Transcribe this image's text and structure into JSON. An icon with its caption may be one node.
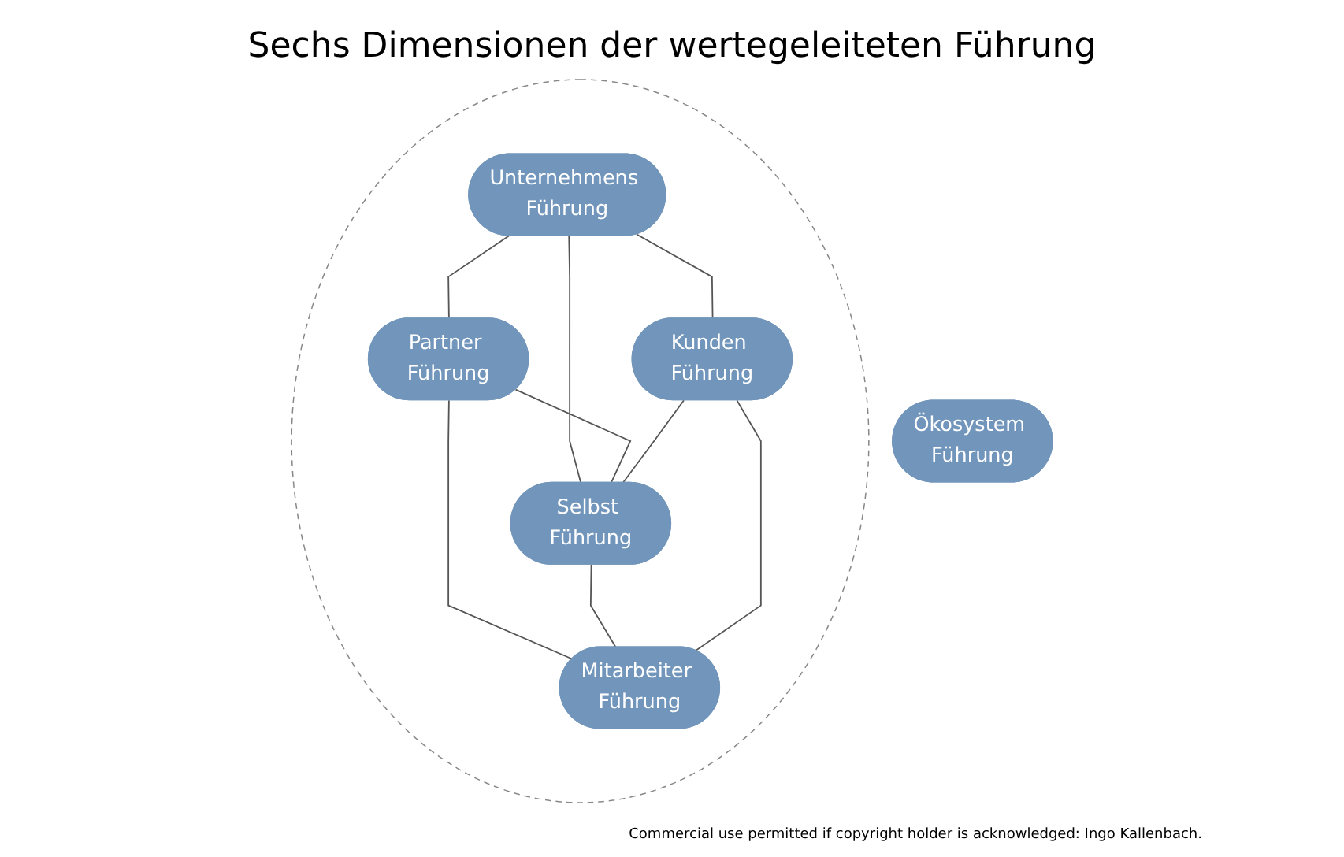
{
  "diagram": {
    "title": "Sechs Dimensionen der wertegeleiteten Führung",
    "nodes": [
      {
        "text": [
          "Ökosystem Führung"
        ]
      },
      {
        "text": [],
        "shape": "ellipse"
      },
      {
        "text": [
          "Unternehmens Führung"
        ],
        "in": 1
      },
      {
        "text": [
          "Partner Führung"
        ],
        "in": 1
      },
      {
        "text": [
          "Selbst Führung"
        ],
        "in": 1
      },
      {
        "text": [
          "Kunden Führung"
        ],
        "in": 1
      },
      {
        "text": [
          "Mitarbeiter Führung"
        ],
        "in": 1
      }
    ],
    "edges": [
      {
        "from": 2,
        "to": 3,
        "arrow": "none"
      },
      {
        "from": 2,
        "to": 4,
        "arrow": "none"
      },
      {
        "from": 2,
        "to": 5,
        "arrow": "none"
      },
      {
        "from": 3,
        "to": 4,
        "arrow": "none"
      },
      {
        "from": 5,
        "to": 4,
        "arrow": "none"
      },
      {
        "from": 3,
        "to": 6,
        "arrow": "none"
      },
      {
        "from": 4,
        "to": 6,
        "arrow": "none"
      },
      {
        "from": 5,
        "to": 6,
        "arrow": "none"
      }
    ],
    "labels": [
      "Commercial use permitted if copyright holder is acknowledged: Ingo Kallenbach."
    ]
  }
}
